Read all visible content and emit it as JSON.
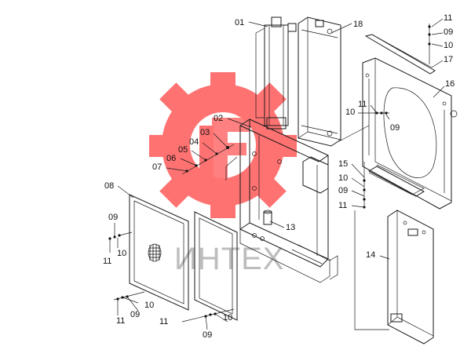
{
  "watermark": {
    "text": "ИНТЕХ",
    "gear_color": "#ff5a5a"
  },
  "callouts": {
    "c01": "01",
    "c02": "02",
    "c03": "03",
    "c04": "04",
    "c05": "05",
    "c06": "06",
    "c07": "07",
    "c08": "08",
    "c09a": "09",
    "c10a": "10",
    "c11a": "11",
    "c10b": "10",
    "c09b": "09",
    "c11b": "11",
    "c11c": "11",
    "c09c": "09",
    "c13": "13",
    "c14": "14",
    "c15": "15",
    "c10c": "10",
    "c09d": "09",
    "c11d": "11",
    "c11e": "11",
    "c10d": "10",
    "c09e": "09",
    "c16": "16",
    "c17": "17",
    "c10e": "10",
    "c09f": "09",
    "c11f": "11",
    "c18": "18"
  }
}
